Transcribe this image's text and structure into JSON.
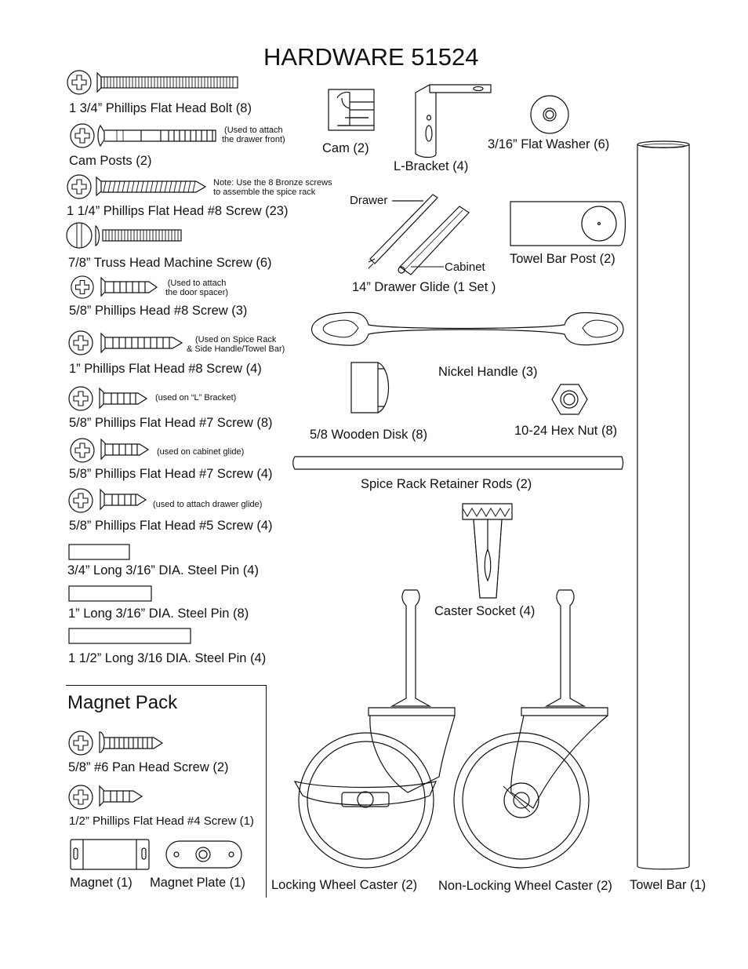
{
  "title": "HARDWARE 51524",
  "items": {
    "flat_head_bolt": "1 3/4” Phillips Flat Head Bolt (8)",
    "cam_posts": "Cam Posts (2)",
    "cam_posts_note": "(Used to attach\nthe drawer front)",
    "screw_8_125": "1 1/4” Phillips Flat Head #8 Screw (23)",
    "screw_8_125_note": "Note: Use the 8 Bronze screws\nto assemble the spice rack",
    "truss_head": "7/8” Truss Head Machine Screw (6)",
    "screw_8_58": "5/8” Phillips Head #8 Screw (3)",
    "screw_8_58_note": "(Used to attach\nthe door spacer)",
    "screw_8_1": "1” Phillips Flat Head #8 Screw (4)",
    "screw_8_1_note": "(Used on Spice Rack\n& Side Handle/Towel Bar)",
    "screw_7_58_a": "5/8” Phillips Flat Head #7 Screw (8)",
    "screw_7_58_a_note": "(used on “L” Bracket)",
    "screw_7_58_b": "5/8” Phillips Flat Head #7 Screw (4)",
    "screw_7_58_b_note": "(used on cabinet glide)",
    "screw_5_58": "5/8” Phillips Flat Head #5 Screw  (4)",
    "screw_5_58_note": "(used to attach drawer glide)",
    "pin_34": "3/4” Long 3/16” DIA. Steel Pin (4)",
    "pin_1": "1” Long 3/16” DIA. Steel Pin (8)",
    "pin_112": "1 1/2” Long 3/16 DIA. Steel Pin (4)",
    "cam": "Cam (2)",
    "l_bracket": "L-Bracket (4)",
    "flat_washer": "3/16” Flat Washer (6)",
    "glide_drawer": "Drawer",
    "glide_cabinet": "Cabinet",
    "drawer_glide": "14” Drawer Glide (1 Set )",
    "towel_bar_post": "Towel Bar Post (2)",
    "nickel_handle": "Nickel Handle (3)",
    "wooden_disk": "5/8 Wooden Disk (8)",
    "hex_nut": "10-24 Hex Nut (8)",
    "retainer_rods": "Spice Rack Retainer Rods (2)",
    "caster_socket": "Caster Socket (4)",
    "locking_caster": "Locking Wheel Caster (2)",
    "non_locking_caster": "Non-Locking Wheel Caster (2)",
    "towel_bar": "Towel Bar (1)"
  },
  "magnet_pack": {
    "title": "Magnet Pack",
    "pan_head": "5/8” #6 Pan Head Screw (2)",
    "screw_4": "1/2” Phillips Flat Head #4 Screw (1)",
    "magnet": "Magnet (1)",
    "magnet_plate": "Magnet Plate (1)"
  }
}
